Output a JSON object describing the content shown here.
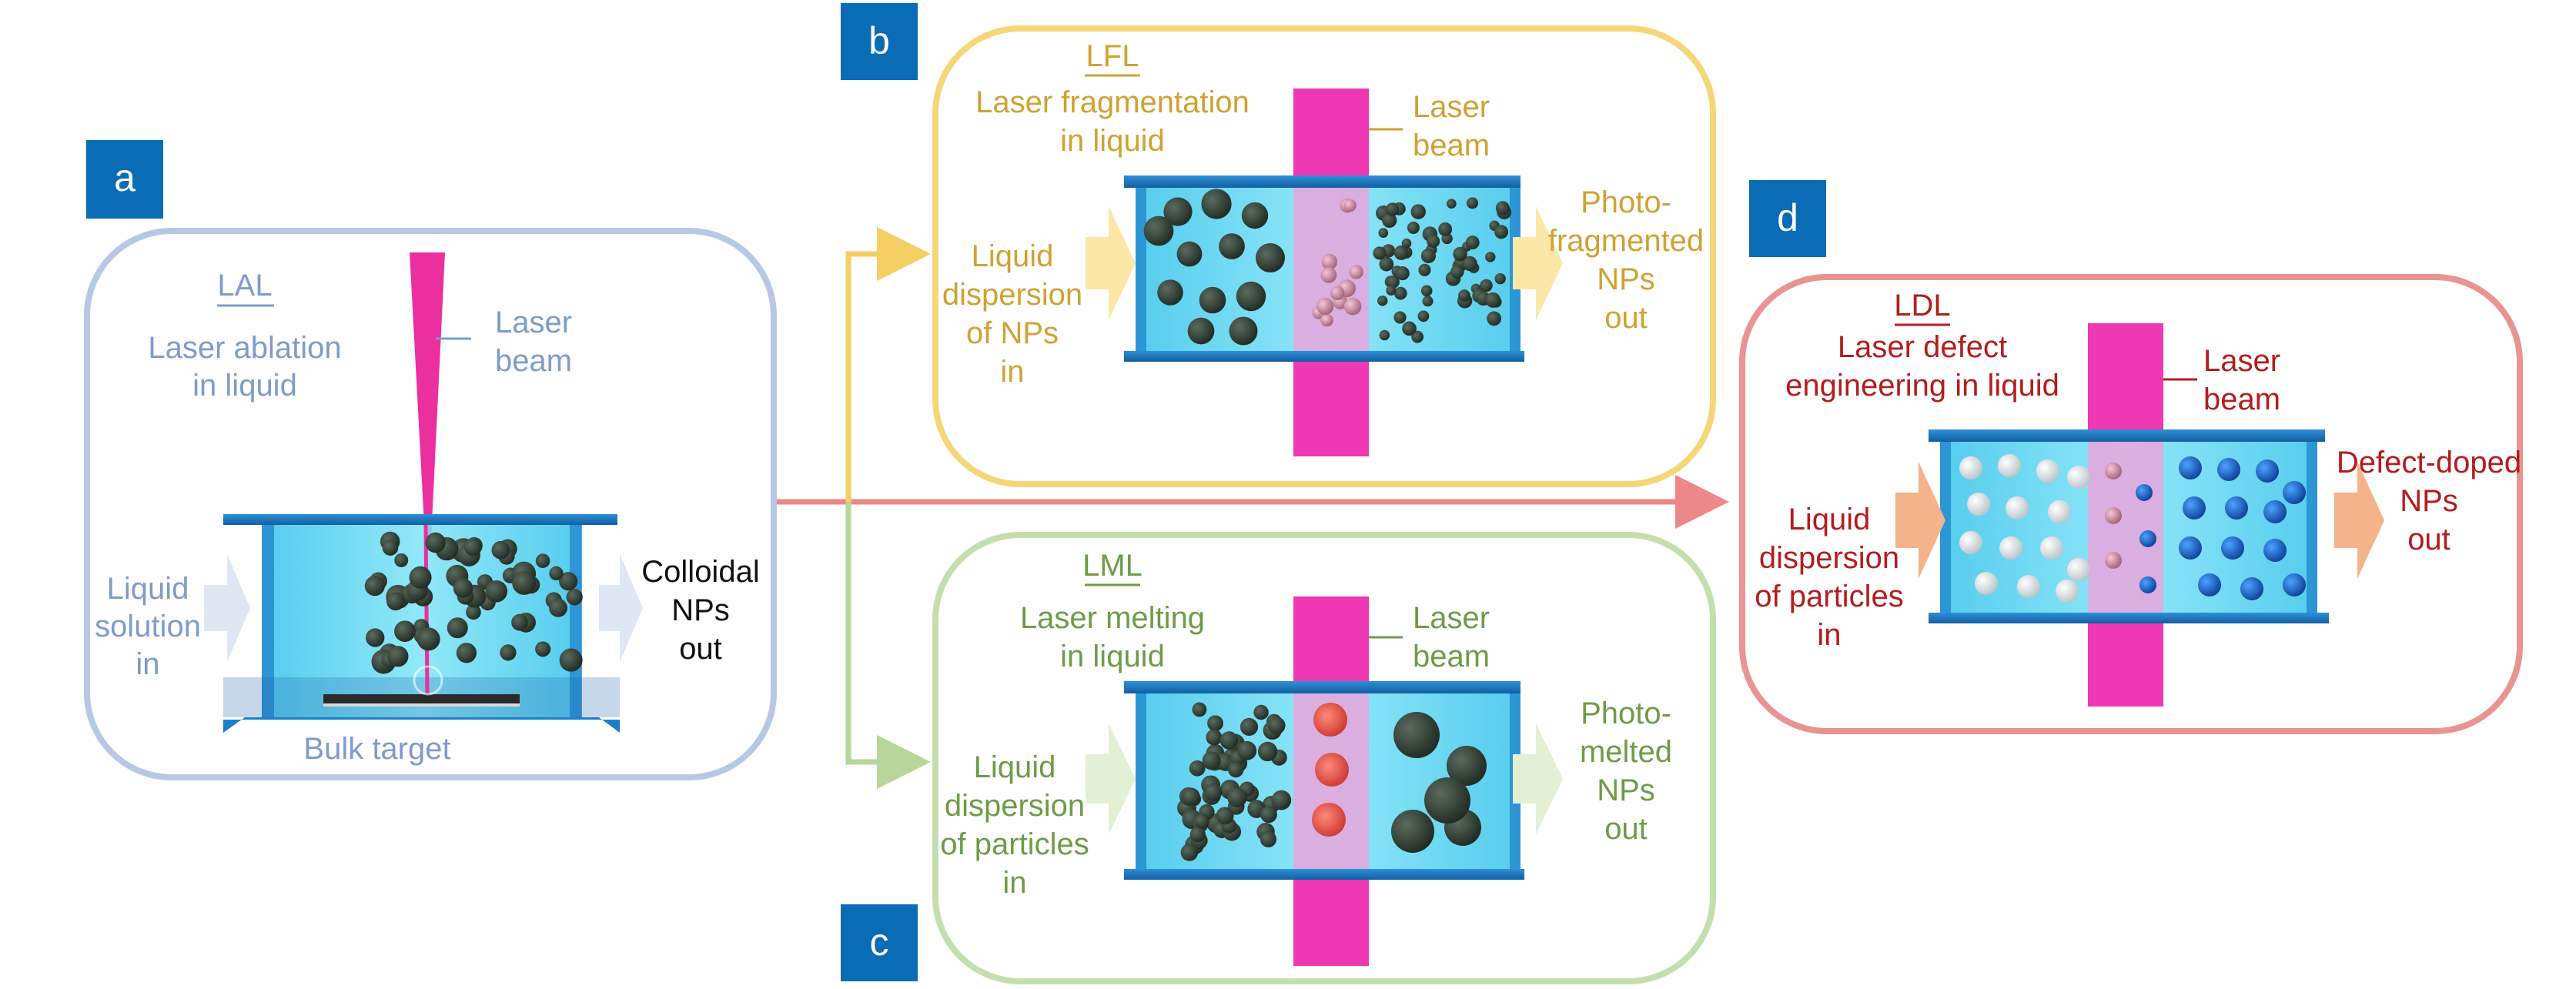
{
  "colors": {
    "lal": "#7f9bc9",
    "lal_border": "#b7c8e4",
    "lfl": "#cfa233",
    "lfl_border": "#f6d778",
    "lml": "#6f9b48",
    "lml_border": "#c4dfae",
    "ldl": "#b31d1d",
    "ldl_border": "#e99393",
    "badge": "#0a6cb4",
    "laser": "#ee38b4",
    "water": "#4fd1ef",
    "tank": "#1b7fca",
    "particle": "#2d3a30",
    "connector_yellow": "#f4cf63",
    "connector_green": "#b7d79a",
    "connector_red": "#ee8888"
  },
  "panels": {
    "a": {
      "badge": "a",
      "abbr": "LAL",
      "title": [
        "Laser ablation",
        "in liquid"
      ],
      "laser": [
        "Laser",
        "beam"
      ],
      "input": [
        "Liquid",
        "solution",
        "in"
      ],
      "output": [
        "Colloidal",
        "NPs",
        "out"
      ],
      "target": "Bulk target"
    },
    "b": {
      "badge": "b",
      "abbr": "LFL",
      "title": [
        "Laser fragmentation",
        "in liquid"
      ],
      "laser": [
        "Laser",
        "beam"
      ],
      "input": [
        "Liquid",
        "dispersion",
        "of NPs",
        "in"
      ],
      "output": [
        "Photo-",
        "fragmented",
        "NPs",
        "out"
      ]
    },
    "c": {
      "badge": "c",
      "abbr": "LML",
      "title": [
        "Laser melting",
        "in liquid"
      ],
      "laser": [
        "Laser",
        "beam"
      ],
      "input": [
        "Liquid",
        "dispersion",
        "of particles",
        "in"
      ],
      "output": [
        "Photo-",
        "melted",
        "NPs",
        "out"
      ]
    },
    "d": {
      "badge": "d",
      "abbr": "LDL",
      "title": [
        "Laser defect",
        "engineering in liquid"
      ],
      "laser": [
        "Laser",
        "beam"
      ],
      "input": [
        "Liquid",
        "dispersion",
        "of particles",
        "in"
      ],
      "output": [
        "Defect-doped",
        "NPs",
        "out"
      ]
    }
  }
}
